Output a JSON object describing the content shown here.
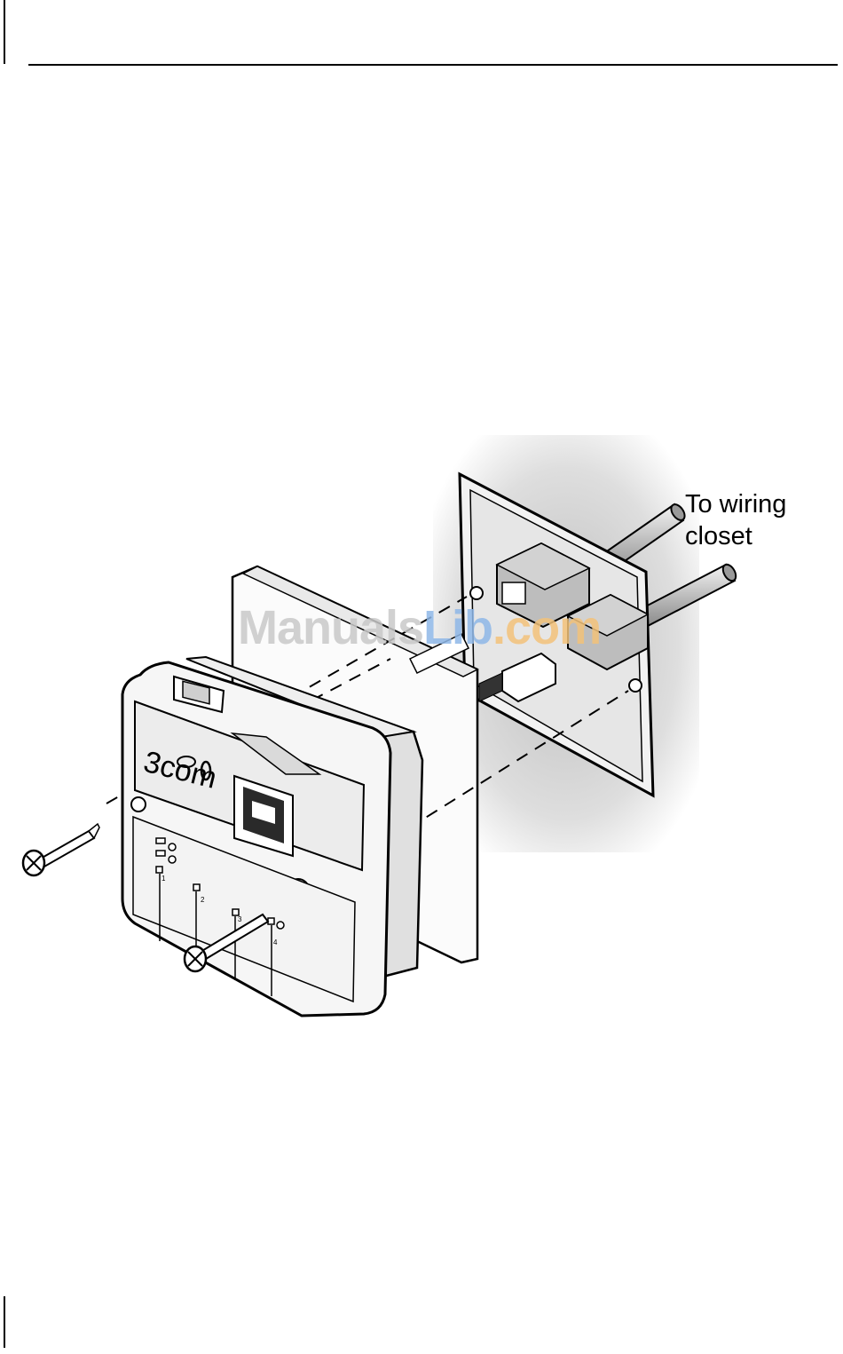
{
  "figure": {
    "callout": {
      "line1": "To wiring",
      "line2": "closet"
    },
    "device": {
      "brand_logo": "3com",
      "led_labels": [
        "1",
        "2",
        "3",
        "4"
      ]
    }
  },
  "watermark": {
    "part1": "Manuals",
    "part2": "Lib",
    "part3": ".com"
  }
}
